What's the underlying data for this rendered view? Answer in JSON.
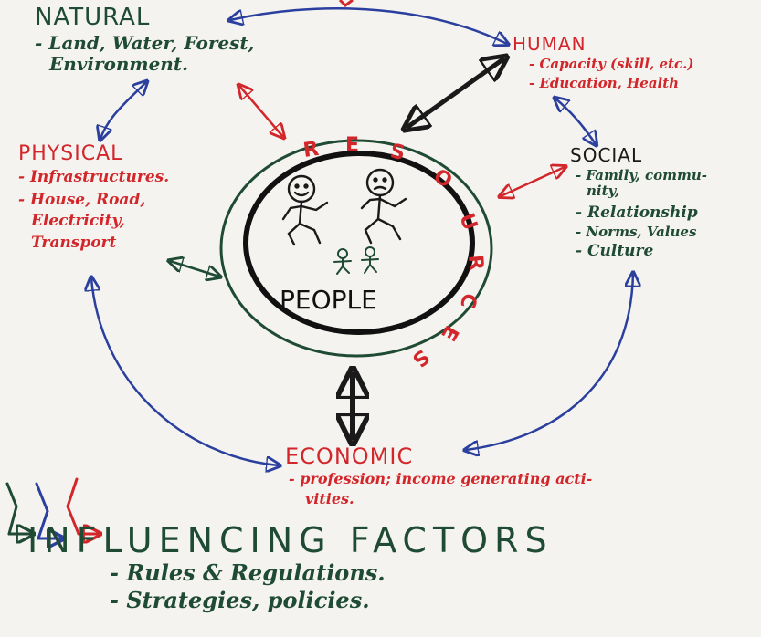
{
  "natural": {
    "title": "NATURAL",
    "lines": [
      "- Land, Water, Forest,",
      "Environment."
    ]
  },
  "human": {
    "title": "HUMAN",
    "lines": [
      "- Capacity (skill, etc.)",
      "- Education, Health"
    ]
  },
  "physical": {
    "title": "PHYSICAL",
    "lines": [
      "- Infrastructures.",
      "- House, Road,",
      "Electricity,",
      "Transport"
    ]
  },
  "social": {
    "title": "SOCIAL",
    "lines": [
      "- Family, commu-",
      "nity,",
      "- Relationship",
      "- Norms, Values",
      "- Culture"
    ]
  },
  "economic": {
    "title": "ECONOMIC",
    "lines": [
      "- profession; income generating acti-",
      "vities."
    ]
  },
  "center": {
    "ring_letters": [
      "R",
      "E",
      "S",
      "O",
      "U",
      "R",
      "C",
      "E",
      "S"
    ],
    "label": "PEOPLE"
  },
  "influencing": {
    "title": "INFLUENCING FACTORS",
    "lines": [
      "- Rules & Regulations.",
      "- Strategies, policies."
    ]
  },
  "colors": {
    "green": "#1f4a33",
    "red": "#d3262b",
    "blue": "#2a3f9e",
    "black": "#1a1a1a",
    "paper": "#f4f3ef"
  }
}
